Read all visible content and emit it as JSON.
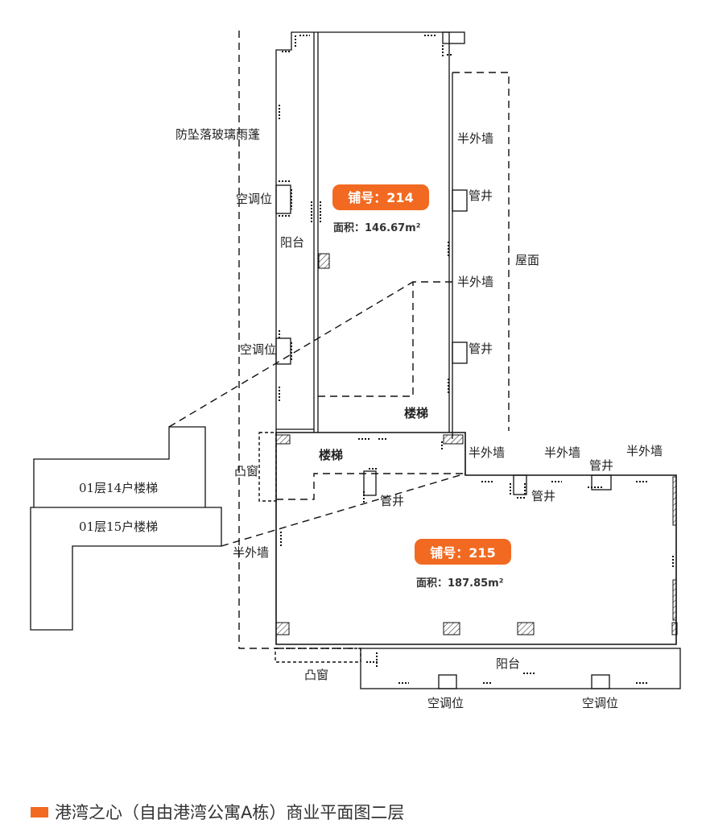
{
  "colors": {
    "accent": "#f26a21"
  },
  "labels": {
    "canopy": "防坠落玻璃雨蓬",
    "ac_unit": "空调位",
    "balcony": "阳台",
    "half_wall": "半外墙",
    "pipe_shaft": "管井",
    "roof": "屋面",
    "stairs": "楼梯",
    "bay_window": "凸窗",
    "stair_14": "01层14户楼梯",
    "stair_15": "01层15户楼梯"
  },
  "shops": [
    {
      "badge": "铺号：214",
      "area": "面积：146.67m²"
    },
    {
      "badge": "铺号：215",
      "area": "面积：187.85m²"
    }
  ],
  "footer": {
    "title": "港湾之心（自由港湾公寓A栋）商业平面图二层"
  }
}
